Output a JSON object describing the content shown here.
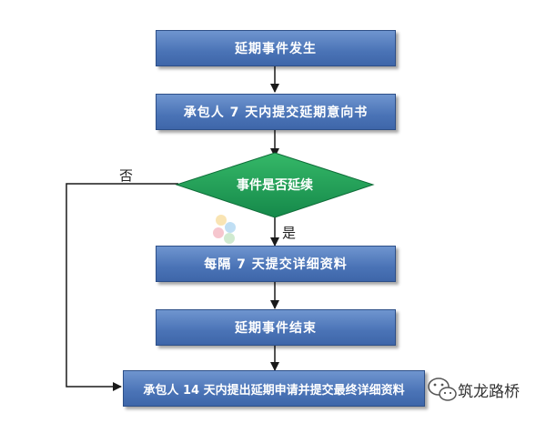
{
  "nodes": {
    "start": "延期事件发生",
    "intent": "承包人 7 天内提交延期意向书",
    "decision": "事件是否延续",
    "weekly": "每隔 7 天提交详细资料",
    "end_event": "延期事件结束",
    "final": "承包人 14 天内提出延期申请并提交最终详细资料"
  },
  "edges": {
    "yes": "是",
    "no": "否"
  },
  "watermark": {
    "text": "筑龙路桥",
    "icon": "wechat-icon"
  },
  "colors": {
    "box": "#4a73b6",
    "diamond": "#1fa053",
    "line": "#1a1a1a"
  }
}
